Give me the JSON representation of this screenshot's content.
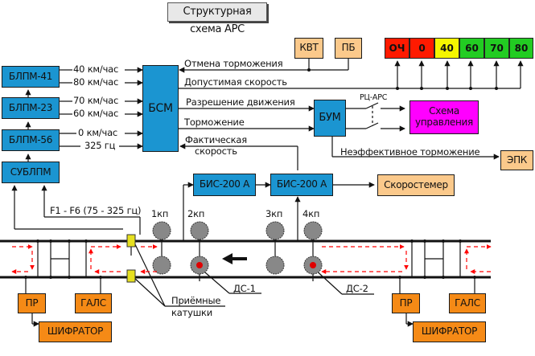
{
  "title": "Структурная схема АРС",
  "colors": {
    "block_blue": "#1b95d1",
    "block_peach": "#fbc98b",
    "block_orange": "#f58a16",
    "block_magenta": "#ff00ff",
    "indicator_red": "#ff1a00",
    "indicator_yellow": "#f5f500",
    "indicator_green": "#22cc22",
    "current_arrow_red": "#ff0000",
    "wheel_gray": "#888888",
    "coil_yellow": "#e6e020"
  },
  "blocks": {
    "blpm41": "БЛПМ-41",
    "blpm23": "БЛПМ-23",
    "blpm56": "БЛПМ-56",
    "sublpm": "СУБЛПМ",
    "bsm": "БСМ",
    "bum": "БУМ",
    "kvt": "КВТ",
    "pb": "ПБ",
    "epk": "ЭПК",
    "bis1": "БИС-200 А",
    "bis2": "БИС-200 А",
    "speedometer": "Скоростемер",
    "control_circuit": "Схема управления",
    "pr_left": "ПР",
    "gals_left": "ГАЛС",
    "encoder_left": "ШИФРАТОР",
    "pr_right": "ПР",
    "gals_right": "ГАЛС",
    "encoder_right": "ШИФРАТОР"
  },
  "speed_indicators": [
    {
      "label": "ОЧ",
      "color": "#ff1a00"
    },
    {
      "label": "0",
      "color": "#ff1a00"
    },
    {
      "label": "40",
      "color": "#f5f500"
    },
    {
      "label": "60",
      "color": "#22cc22"
    },
    {
      "label": "70",
      "color": "#22cc22"
    },
    {
      "label": "80",
      "color": "#22cc22"
    }
  ],
  "signals": {
    "s40": "40 км/час",
    "s80": "80 км/час",
    "s70": "70 км/час",
    "s60": "60 км/час",
    "s0": "0 км/час",
    "s325": "325 гц",
    "cancel_braking": "Отмена торможения",
    "allowed_speed": "Допустимая скорость",
    "movement_permit": "Разрешение движения",
    "braking": "Торможение",
    "actual_speed_1": "Фактическая",
    "actual_speed_2": "скорость",
    "ineffective_braking": "Неэффективное торможение",
    "rc_ars": "РЦ-АРС",
    "frequencies": "F1 - F6 (75 - 325 гц)"
  },
  "track": {
    "axle1": "1кп",
    "axle2": "2кп",
    "axle3": "3кп",
    "axle4": "4кп",
    "ds1": "ДС-1",
    "ds2": "ДС-2",
    "receiver_coils_1": "Приёмные",
    "receiver_coils_2": "катушки"
  }
}
